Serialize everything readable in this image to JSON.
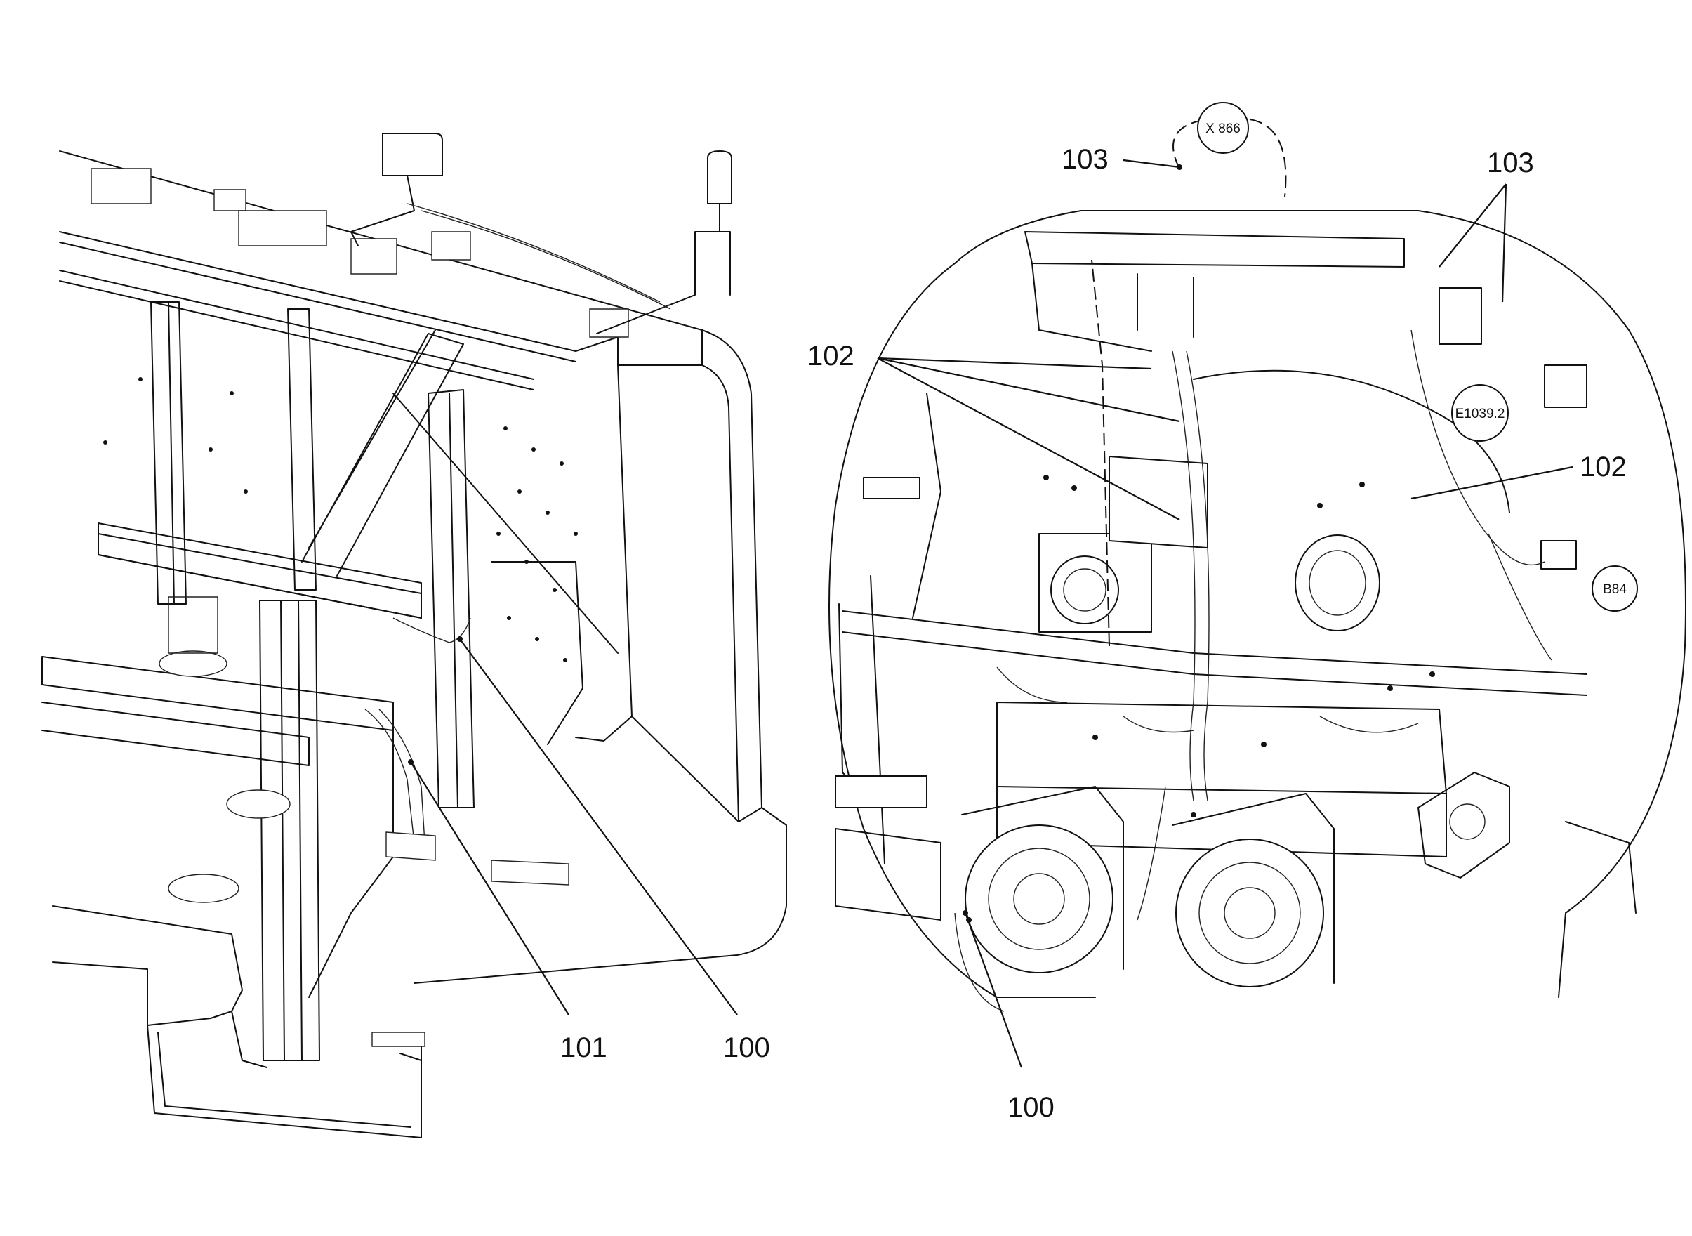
{
  "callouts": {
    "left_101": "101",
    "left_100": "100",
    "right_100": "100",
    "right_102_top": "102",
    "right_102_mid": "102",
    "right_103_left": "103",
    "right_103_right": "103"
  },
  "connectors": {
    "x866": "X 866",
    "e1039": "E1039.2",
    "b84": "B84"
  }
}
